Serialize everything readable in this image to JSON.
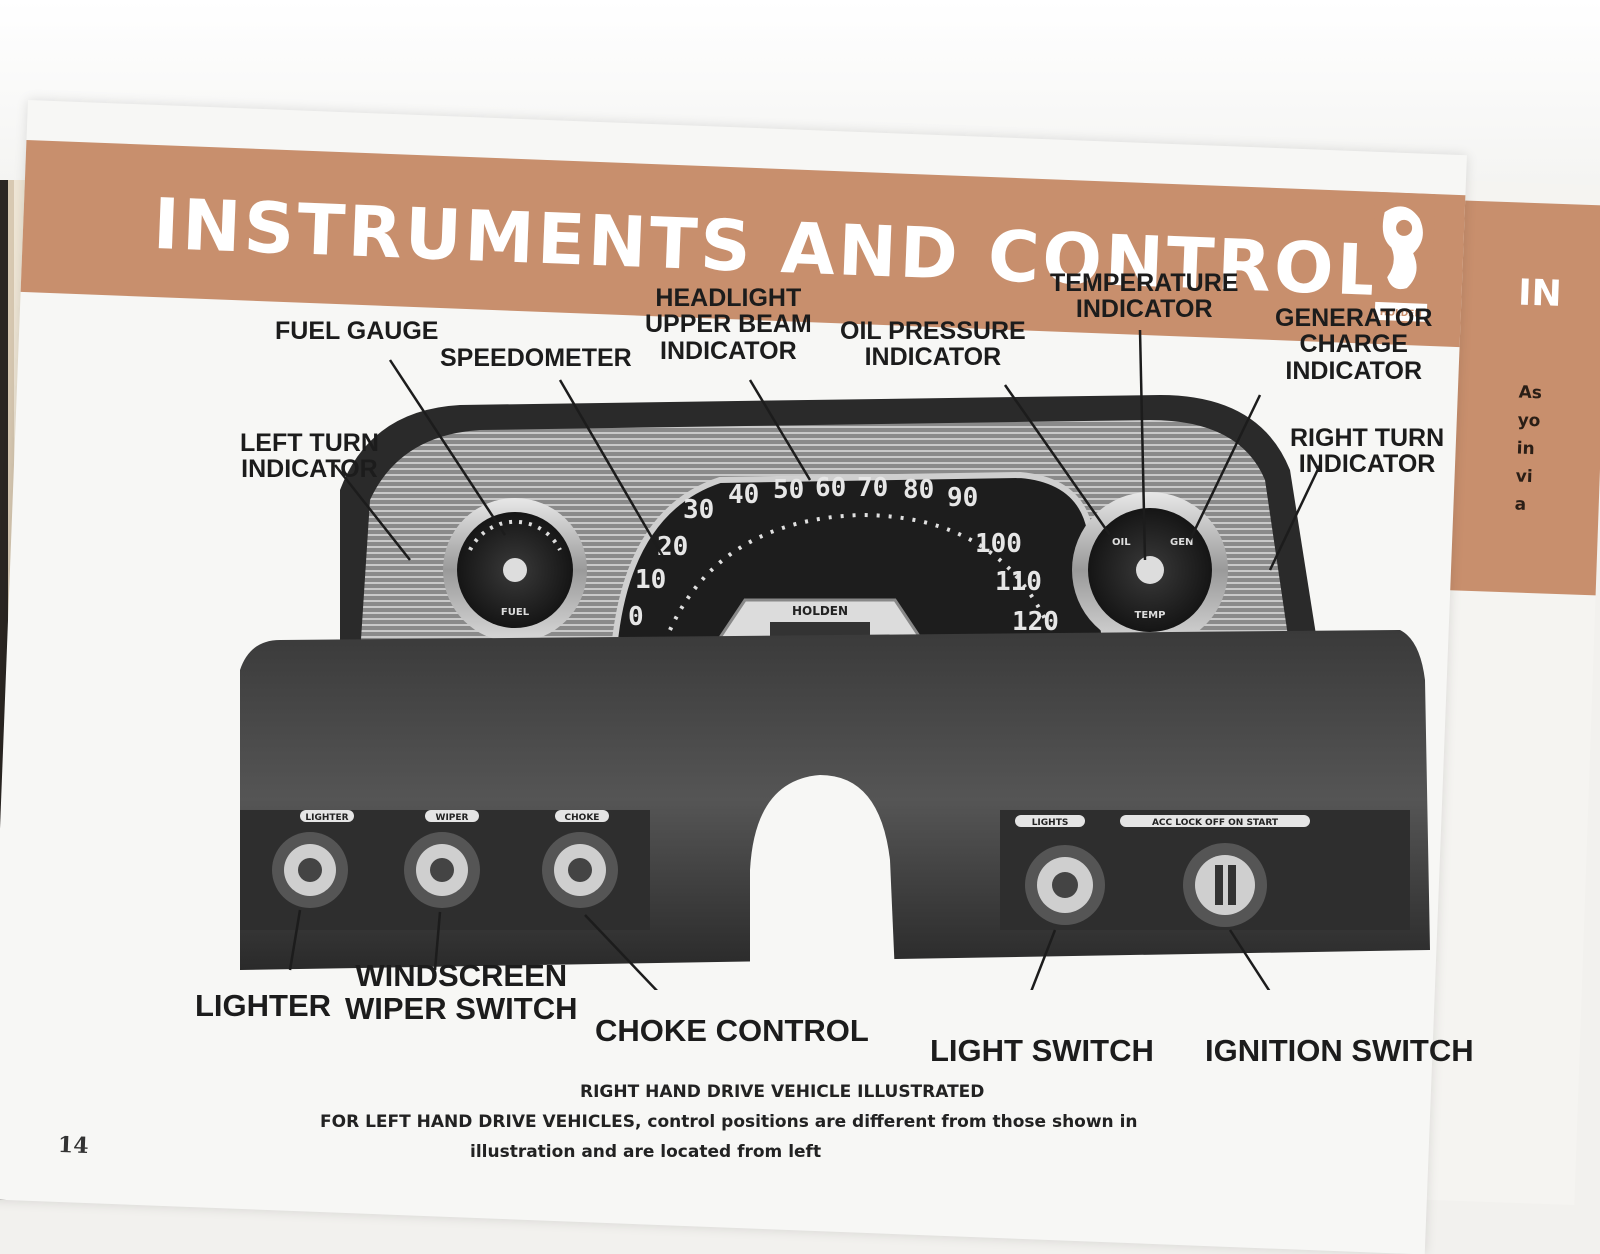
{
  "page": {
    "title": "INSTRUMENTS AND CONTROLS",
    "page_number": "14",
    "emblem_text": "HOLDEN"
  },
  "labels_top": {
    "fuel_gauge": "FUEL GAUGE",
    "speedometer": "SPEEDOMETER",
    "headlight": "HEADLIGHT\nUPPER BEAM\nINDICATOR",
    "oil_pressure": "OIL PRESSURE\nINDICATOR",
    "temperature": "TEMPERATURE\nINDICATOR",
    "generator": "GENERATOR\nCHARGE\nINDICATOR",
    "left_turn": "LEFT TURN\nINDICATOR",
    "right_turn": "RIGHT TURN\nINDICATOR"
  },
  "labels_bottom": {
    "lighter": "LIGHTER",
    "wiper": "WINDSCREEN\nWIPER SWITCH",
    "choke": "CHOKE CONTROL",
    "light_switch": "LIGHT SWITCH",
    "ignition": "IGNITION SWITCH"
  },
  "dash": {
    "speed_marks": [
      "0",
      "10",
      "20",
      "30",
      "40",
      "50",
      "60",
      "70",
      "80",
      "90",
      "100",
      "110",
      "120"
    ],
    "brand": "HOLDEN",
    "fuel_text": "FUEL",
    "temp_text": "TEMP",
    "oil_text": "OIL",
    "gen_text": "GEN",
    "knob_lighter": "LIGHTER",
    "knob_wiper": "WIPER",
    "knob_choke": "CHOKE",
    "knob_lights": "LIGHTS",
    "ignition_positions": "ACC LOCK OFF ON START"
  },
  "captions": {
    "line1": "RIGHT HAND DRIVE VEHICLE ILLUSTRATED",
    "line2": "FOR LEFT HAND DRIVE VEHICLES, control positions are different from those shown in",
    "line3": "illustration and are located from left"
  },
  "next_page": {
    "heading": "IN",
    "lines": [
      "As",
      "yo",
      "in",
      "vi",
      "a"
    ]
  },
  "colors": {
    "band": "#c88f6d",
    "paper": "#f7f7f5",
    "ink": "#1c1c1c"
  }
}
